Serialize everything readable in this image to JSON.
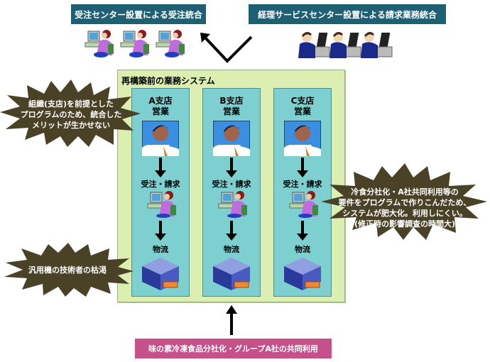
{
  "header": {
    "left_banner": "受注センター設置による受注統合",
    "right_banner": "経理サービスセンター設置による請求業務統合"
  },
  "system": {
    "title": "再構築前の業務システム",
    "columns": [
      {
        "branch": "A支店",
        "dept": "営業",
        "step1": "受注・請求",
        "step2": "物流"
      },
      {
        "branch": "B支店",
        "dept": "営業",
        "step1": "受注・請求",
        "step2": "物流"
      },
      {
        "branch": "C支店",
        "dept": "営業",
        "step1": "受注・請求",
        "step2": "物流"
      }
    ]
  },
  "callouts": {
    "top_left": [
      "組織(支店)を前提とした",
      "プログラムのため、統合した",
      "メリットが生かせない"
    ],
    "bottom_left": [
      "汎用機の技術者の枯渇"
    ],
    "right": [
      "冷食分社化・A社共同利用等の",
      "要件をプログラムで作りこんだため、",
      "システムが肥大化。利用しにくい。",
      "(修正時の影響調査の時間大)"
    ]
  },
  "footer": {
    "banner": "味の素冷凍食品分社化・グループA社の共同利用"
  },
  "colors": {
    "banner_bg": "#1f5f73",
    "outer_bg": "#dcefb0",
    "column_bg": "#7ecfcf",
    "callout_bg": "#4a4226",
    "footer_bg": "#c5508a"
  }
}
